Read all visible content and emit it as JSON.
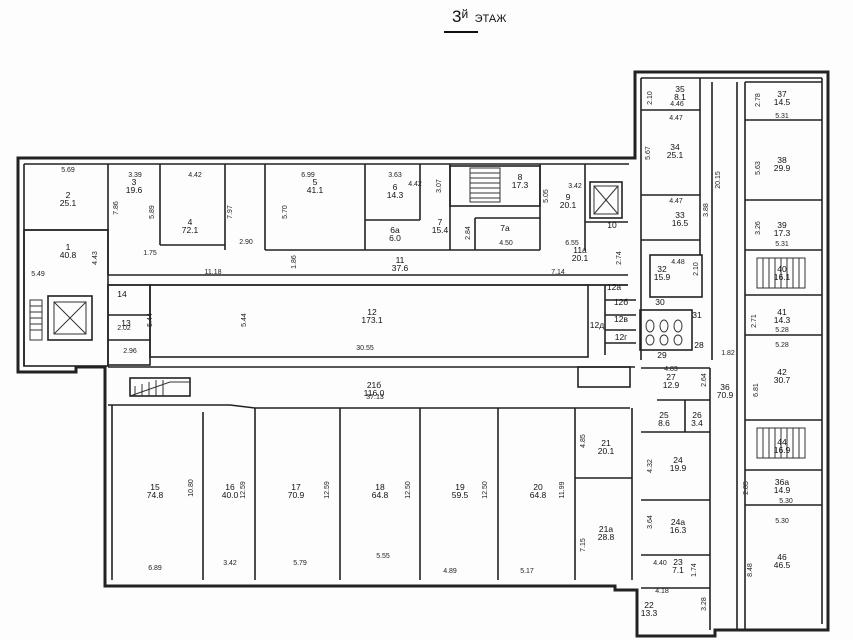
{
  "title": {
    "number": "3",
    "suffix": "й",
    "word": "ЭТАЖ"
  },
  "rooms": [
    {
      "num": "2",
      "area": "25.1"
    },
    {
      "num": "3",
      "area": "19.6"
    },
    {
      "num": "4",
      "area": "72.1"
    },
    {
      "num": "5",
      "area": "41.1"
    },
    {
      "num": "6",
      "area": "14.3"
    },
    {
      "num": "6a",
      "area": "6.0"
    },
    {
      "num": "7",
      "area": "15.4"
    },
    {
      "num": "7a",
      "area": ""
    },
    {
      "num": "8",
      "area": "17.3"
    },
    {
      "num": "9",
      "area": "20.1"
    },
    {
      "num": "10",
      "area": ""
    },
    {
      "num": "1",
      "area": "40.8"
    },
    {
      "num": "11",
      "area": "37.6"
    },
    {
      "num": "11a",
      "area": "20.1"
    },
    {
      "num": "12",
      "area": "173.1"
    },
    {
      "num": "12a",
      "area": ""
    },
    {
      "num": "12б",
      "area": ""
    },
    {
      "num": "12в",
      "area": ""
    },
    {
      "num": "12г",
      "area": ""
    },
    {
      "num": "12д",
      "area": ""
    },
    {
      "num": "13",
      "area": ""
    },
    {
      "num": "14",
      "area": ""
    },
    {
      "num": "15",
      "area": "74.8"
    },
    {
      "num": "16",
      "area": "40.0"
    },
    {
      "num": "17",
      "area": "70.9"
    },
    {
      "num": "18",
      "area": "64.8"
    },
    {
      "num": "19",
      "area": "59.5"
    },
    {
      "num": "20",
      "area": "64.8"
    },
    {
      "num": "21",
      "area": "20.1"
    },
    {
      "num": "21a",
      "area": "28.8"
    },
    {
      "num": "21б",
      "area": "116.0"
    },
    {
      "num": "22",
      "area": "13.3"
    },
    {
      "num": "23",
      "area": "7.1"
    },
    {
      "num": "24",
      "area": "19.9"
    },
    {
      "num": "24a",
      "area": "16.3"
    },
    {
      "num": "25",
      "area": "8.6"
    },
    {
      "num": "26",
      "area": "3.4"
    },
    {
      "num": "27",
      "area": "12.9"
    },
    {
      "num": "28",
      "area": ""
    },
    {
      "num": "29",
      "area": ""
    },
    {
      "num": "30",
      "area": ""
    },
    {
      "num": "31",
      "area": ""
    },
    {
      "num": "32",
      "area": "15.9"
    },
    {
      "num": "33",
      "area": "16.5"
    },
    {
      "num": "34",
      "area": "25.1"
    },
    {
      "num": "35",
      "area": "8.1"
    },
    {
      "num": "36",
      "area": "70.9"
    },
    {
      "num": "36a",
      "area": "14.9"
    },
    {
      "num": "37",
      "area": "14.5"
    },
    {
      "num": "38",
      "area": "29.9"
    },
    {
      "num": "39",
      "area": "17.3"
    },
    {
      "num": "40",
      "area": "16.1"
    },
    {
      "num": "41",
      "area": "14.3"
    },
    {
      "num": "42",
      "area": "30.7"
    },
    {
      "num": "44",
      "area": "16.9"
    },
    {
      "num": "46",
      "area": "46.5"
    }
  ],
  "dims": [
    "5.69",
    "3.39",
    "4.42",
    "6.99",
    "3.63",
    "3.42",
    "3.07",
    "4.42",
    "7.86",
    "5.89",
    "7.97",
    "5.70",
    "2.90",
    "1.86",
    "1.75",
    "5.05",
    "2.84",
    "4.50",
    "6.55",
    "2.74",
    "11.18",
    "7.14",
    "4.43",
    "5.49",
    "2.02",
    "5.44",
    "2.96",
    "5.44",
    "30.55",
    "37.13",
    "10.80",
    "12.59",
    "12.59",
    "12.50",
    "12.50",
    "11.99",
    "4.85",
    "7.15",
    "6.89",
    "3.42",
    "5.79",
    "5.55",
    "4.89",
    "5.17",
    "4.83",
    "2.64",
    "4.32",
    "3.64",
    "4.40",
    "1.74",
    "4.18",
    "3.28",
    "2.10",
    "4.46",
    "4.47",
    "5.67",
    "4.47",
    "3.88",
    "4.48",
    "2.10",
    "20.15",
    "1.82",
    "2.78",
    "5.31",
    "5.63",
    "3.26",
    "5.31",
    "2.71",
    "5.28",
    "5.28",
    "6.81",
    "2.85",
    "5.30",
    "5.30",
    "8.48"
  ]
}
